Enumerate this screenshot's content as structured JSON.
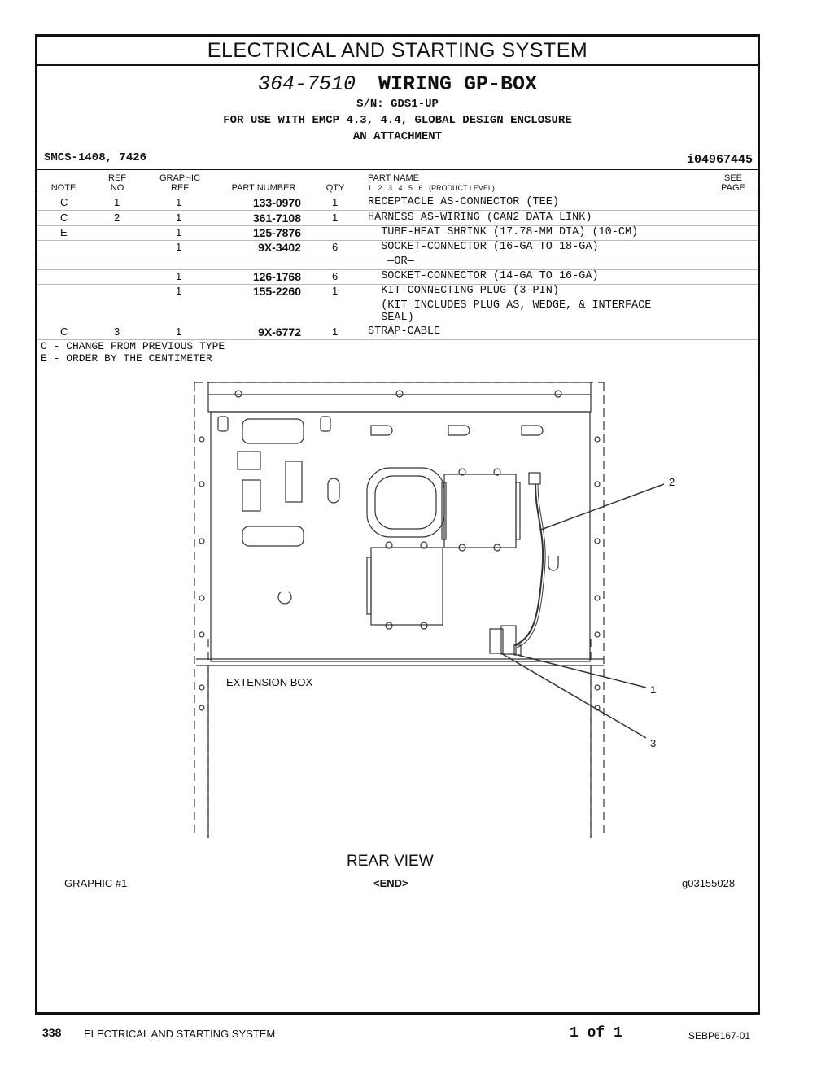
{
  "header": {
    "section_title": "ELECTRICAL AND STARTING SYSTEM",
    "group_number": "364-7510",
    "group_name": "WIRING GP-BOX",
    "serial": "S/N: GDS1-UP",
    "usage_line": "FOR USE WITH EMCP 4.3, 4.4, GLOBAL DESIGN ENCLOSURE",
    "attachment_line": "AN ATTACHMENT",
    "smcs": "SMCS-1408, 7426",
    "illustration_id": "i04967445"
  },
  "table": {
    "headers": {
      "note": "NOTE",
      "ref_no_1": "REF",
      "ref_no_2": "NO",
      "graphic_ref_1": "GRAPHIC",
      "graphic_ref_2": "REF",
      "part_number": "PART NUMBER",
      "qty": "QTY",
      "part_name": "PART NAME",
      "product_levels": "1   2   3   4   5   6   (PRODUCT LEVEL)",
      "see_page_1": "SEE",
      "see_page_2": "PAGE"
    },
    "rows": [
      {
        "note": "C",
        "ref_no": "1",
        "graphic_ref": "1",
        "part_number": "133-0970",
        "qty": "1",
        "name": "RECEPTACLE AS-CONNECTOR (TEE)"
      },
      {
        "note": "C",
        "ref_no": "2",
        "graphic_ref": "1",
        "part_number": "361-7108",
        "qty": "1",
        "name": "HARNESS AS-WIRING (CAN2 DATA LINK)"
      },
      {
        "note": "E",
        "ref_no": "",
        "graphic_ref": "1",
        "part_number": "125-7876",
        "qty": "",
        "name": "  TUBE-HEAT SHRINK (17.78-MM DIA) (10-CM)"
      },
      {
        "note": "",
        "ref_no": "",
        "graphic_ref": "1",
        "part_number": "9X-3402",
        "qty": "6",
        "name": "  SOCKET-CONNECTOR (16-GA TO 18-GA)"
      },
      {
        "note": "",
        "ref_no": "",
        "graphic_ref": "",
        "part_number": "",
        "qty": "",
        "name": "   —OR—"
      },
      {
        "note": "",
        "ref_no": "",
        "graphic_ref": "1",
        "part_number": "126-1768",
        "qty": "6",
        "name": "  SOCKET-CONNECTOR (14-GA TO 16-GA)"
      },
      {
        "note": "",
        "ref_no": "",
        "graphic_ref": "1",
        "part_number": "155-2260",
        "qty": "1",
        "name": "  KIT-CONNECTING PLUG (3-PIN)"
      },
      {
        "note": "",
        "ref_no": "",
        "graphic_ref": "",
        "part_number": "",
        "qty": "",
        "name": "  (KIT INCLUDES PLUG AS, WEDGE, & INTERFACE\n  SEAL)"
      },
      {
        "note": "C",
        "ref_no": "3",
        "graphic_ref": "1",
        "part_number": "9X-6772",
        "qty": "1",
        "name": "STRAP-CABLE"
      }
    ],
    "notes": [
      "C - CHANGE FROM PREVIOUS TYPE",
      "E - ORDER BY THE CENTIMETER"
    ]
  },
  "figure": {
    "extension_box_label": "EXTENSION BOX",
    "view_label": "REAR VIEW",
    "graphic_label": "GRAPHIC #1",
    "end_label": "<END>",
    "graphic_id": "g03155028",
    "callouts": [
      "2",
      "1",
      "3"
    ]
  },
  "footer": {
    "page_number": "338",
    "section": "ELECTRICAL AND STARTING SYSTEM",
    "page_of": "1 of 1",
    "doc_number": "SEBP6167-01"
  }
}
